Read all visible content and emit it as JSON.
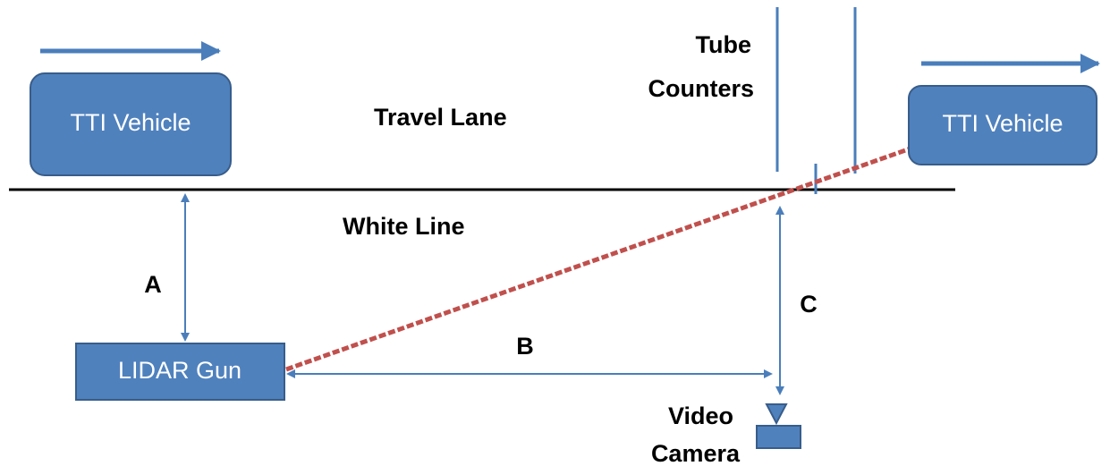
{
  "diagram": {
    "labels": {
      "vehicle_left": "TTI Vehicle",
      "vehicle_right": "TTI Vehicle",
      "lidar_gun": "LIDAR Gun",
      "travel_lane": "Travel Lane",
      "white_line": "White Line",
      "tube_counters_line1": "Tube",
      "tube_counters_line2": "Counters",
      "video_camera_line1": "Video",
      "video_camera_line2": "Camera",
      "distance_a": "A",
      "distance_b": "B",
      "distance_c": "C"
    },
    "colors": {
      "box_fill": "#4f81bd",
      "box_stroke": "#385d8a",
      "arrow": "#4a7ebb",
      "sight_line": "#c0504d",
      "road_line": "#000000"
    }
  }
}
